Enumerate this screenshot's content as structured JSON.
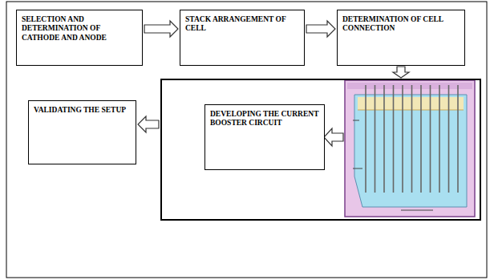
{
  "diagram": {
    "nodes": [
      {
        "text": [
          "SELECTION AND DETERMINATION OF CATHODE AND ANODE"
        ]
      },
      {
        "text": [
          "STACK ARRANGEMENT OF CELL"
        ]
      },
      {
        "text": [
          "DETERMINATION OF CELL CONNECTION"
        ]
      },
      {
        "text": []
      },
      {
        "text": [
          "DEVELOPING THE CURRENT BOOSTER CIRCUIT"
        ],
        "in": 3
      },
      {
        "text": [
          "VALIDATING THE SETUP"
        ]
      }
    ],
    "edges": [
      {
        "from": 0,
        "to": 1,
        "arrow": "to"
      },
      {
        "from": 1,
        "to": 2,
        "arrow": "to"
      },
      {
        "from": 2,
        "to": 3,
        "arrow": "to"
      },
      {
        "from": 3,
        "to": 5,
        "arrow": "to"
      }
    ]
  }
}
